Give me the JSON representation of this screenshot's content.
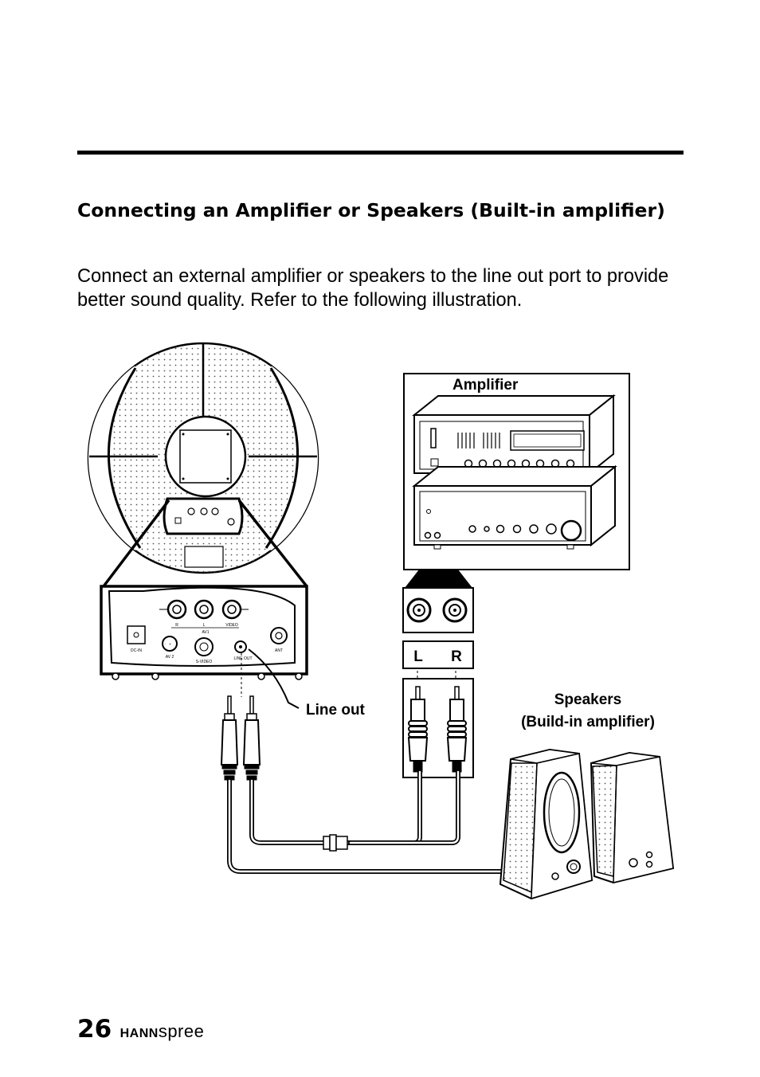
{
  "heading": "Connecting an Amplifier or Speakers (Built-in amplifier)",
  "intro": "Connect an external amplifier or speakers to the line out port to provide better sound quality. Refer to the following illustration.",
  "diagram": {
    "label_amplifier": "Amplifier",
    "label_line_out": "Line out",
    "label_speakers": "Speakers",
    "label_speakers_sub": "(Build-in amplifier)",
    "channel_left": "L",
    "channel_right": "R",
    "ports": {
      "r": "R",
      "l": "L",
      "video": "VIDEO",
      "av1": "AV1",
      "dc_in": "DC-IN",
      "av2": "AV 2",
      "svideo": "S-VIDEO",
      "line_out": "LINE OUT",
      "ant": "ANT"
    }
  },
  "footer": {
    "page_number": "26",
    "brand_bold": "HANN",
    "brand_light": "spree"
  }
}
